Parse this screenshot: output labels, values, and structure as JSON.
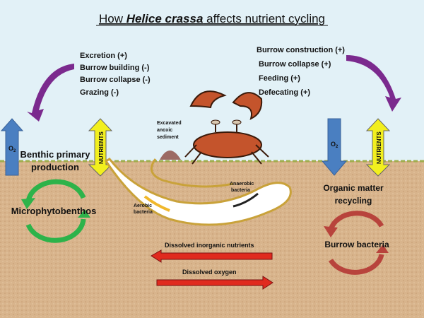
{
  "title": {
    "prefix": "How ",
    "species": "Helice crassa",
    "suffix": " affects nutrient cycling"
  },
  "left_effects": [
    "Excretion (+)",
    "Burrow building  (-)",
    "Burrow collapse (-)",
    "Grazing (-)"
  ],
  "right_effects": [
    "Burrow construction (+)",
    "Burrow collapse (+)",
    "Feeding (+)",
    "Defecating (+)"
  ],
  "labels": {
    "o2": "O",
    "o2_sub": "2",
    "nutrients": "NUTRIENTS",
    "benthic_1": "Benthic primary",
    "benthic_2": "production",
    "microphytobenthos": "Microphytobenthos",
    "excavated_1": "Excavated",
    "excavated_2": "anoxic",
    "excavated_3": "sediment",
    "aerobic_1": "Aerobic",
    "aerobic_2": "bacteria",
    "anaerobic_1": "Anaerobic",
    "anaerobic_2": "bacteria",
    "organic_1": "Organic matter",
    "organic_2": "recycling",
    "burrow_bacteria": "Burrow bacteria",
    "dissolved_inorganic": "Dissolved inorganic nutrients",
    "dissolved_oxygen": "Dissolved oxygen"
  },
  "colors": {
    "sky": "#e2f1f7",
    "soil": "#d8b48c",
    "o2_arrow": "#4a7fc1",
    "nutrient_arrow": "#f2ef1e",
    "green_cycle": "#2db34a",
    "red_cycle": "#b8433c",
    "purple": "#7b2a8e",
    "red_arrow": "#e02a1e"
  }
}
